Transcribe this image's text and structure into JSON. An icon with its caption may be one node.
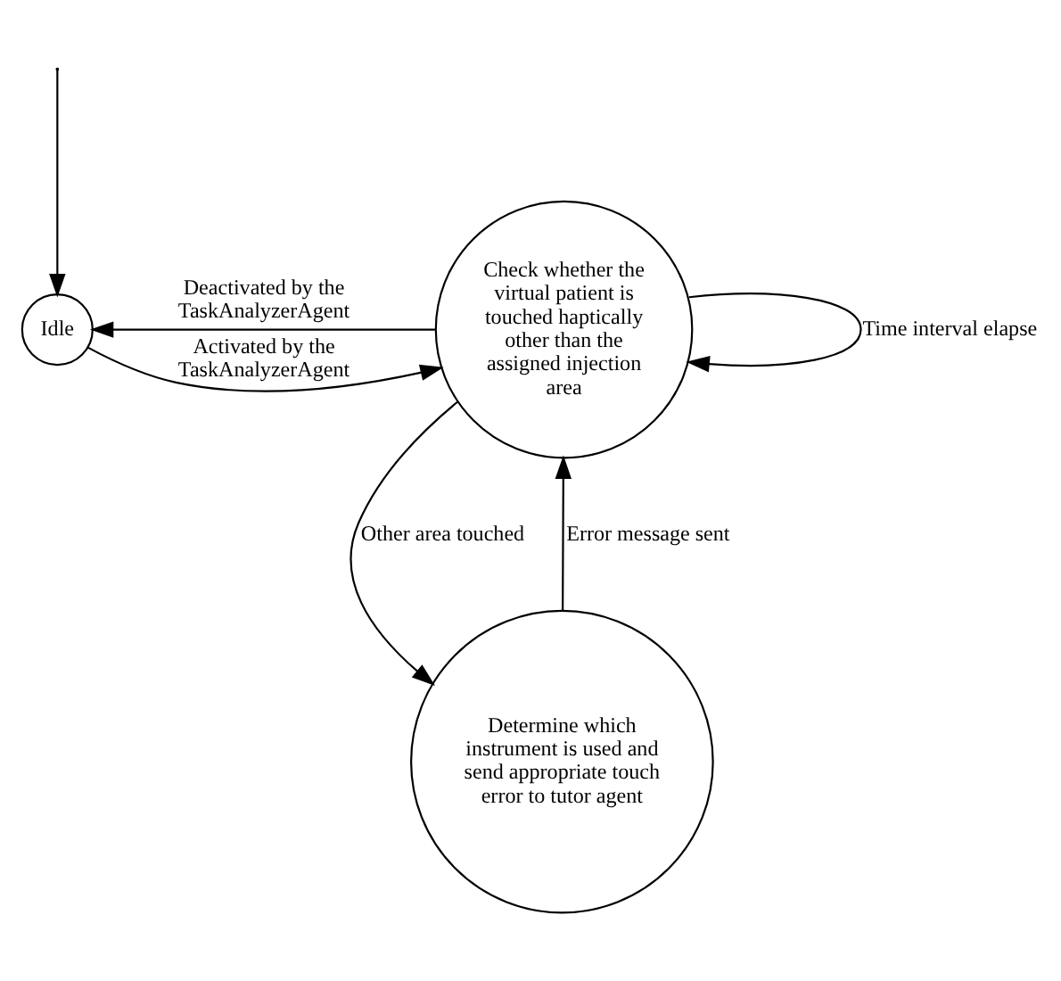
{
  "diagram": {
    "nodes": [
      {
        "text": [
          "Idle"
        ]
      },
      {
        "text": [
          "Check whether the virtual patient is touched haptically other than the assigned injection area"
        ]
      },
      {
        "text": [
          "Determine which instrument is used and send appropriate touch error to tutor agent"
        ]
      }
    ],
    "edges": [
      {
        "from": 1,
        "to": 0,
        "arrow": "to",
        "label": "Deactivated by the TaskAnalyzerAgent"
      },
      {
        "from": 0,
        "to": 1,
        "arrow": "to",
        "label": "Activated by the TaskAnalyzerAgent"
      },
      {
        "from": 1,
        "to": 1,
        "arrow": "to",
        "label": "Time interval elapse"
      },
      {
        "from": 1,
        "to": 2,
        "arrow": "to",
        "label": "Other area touched"
      },
      {
        "from": 2,
        "to": 1,
        "arrow": "to",
        "label": "Error message sent"
      },
      {
        "from": null,
        "to": 0,
        "arrow": "to"
      }
    ]
  }
}
